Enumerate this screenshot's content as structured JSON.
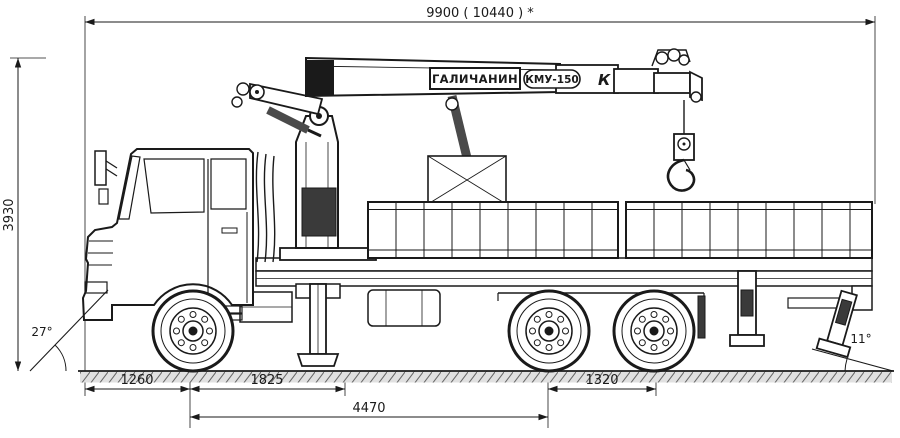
{
  "dimensions": {
    "overall_length": "9900  ( 10440 )  *",
    "height": "3930",
    "front_overhang": "1260",
    "axle_to_crane": "1825",
    "wheelbase": "4470",
    "rear_bogie": "1320",
    "approach_angle": "27°",
    "departure_angle": "11°"
  },
  "crane": {
    "brand": "ГАЛИЧАНИН",
    "model": "КМУ-150",
    "logo": "К"
  },
  "colors": {
    "line": "#1a1a1a",
    "dark_fill": "#3a3a3a",
    "ground_fill": "#e0e0e0",
    "background": "#ffffff"
  }
}
